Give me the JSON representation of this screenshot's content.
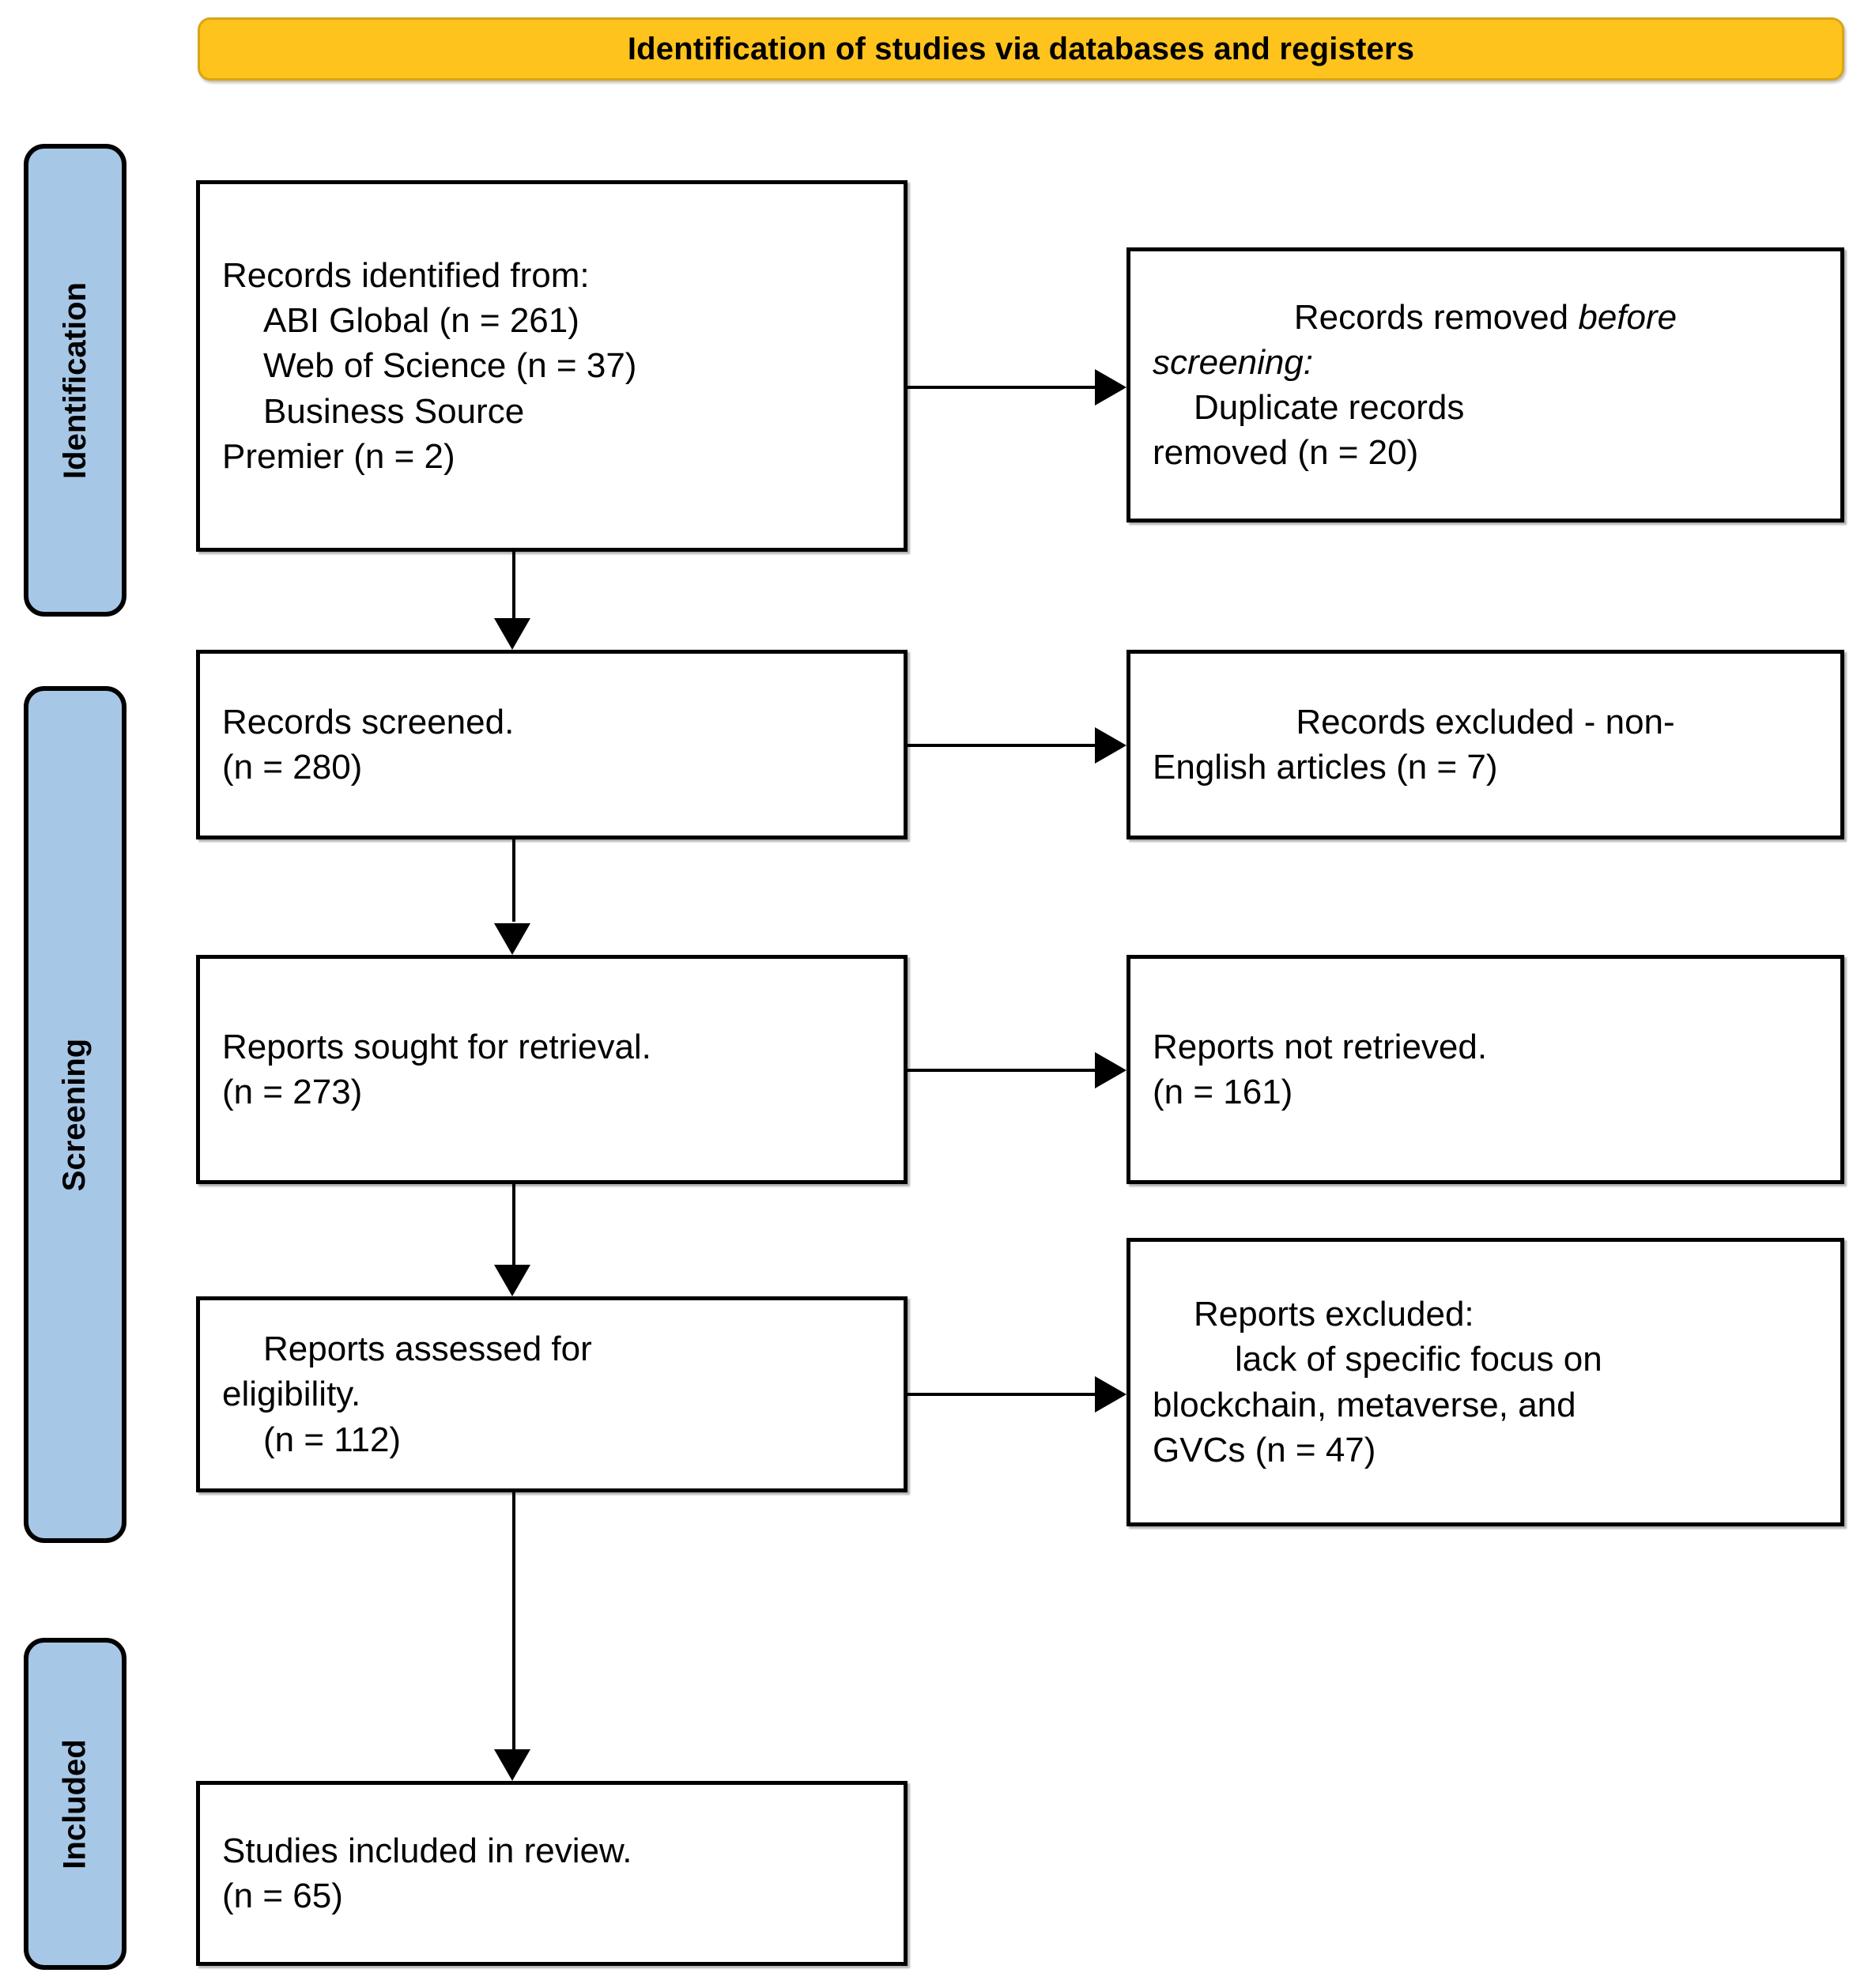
{
  "header": {
    "title": "Identification of studies via databases and registers",
    "background_color": "#FFC31E",
    "text_color": "#000000"
  },
  "stages": [
    {
      "id": "identification",
      "label": "Identification",
      "color": "#A7C7E7"
    },
    {
      "id": "screening",
      "label": "Screening",
      "color": "#A7C7E7"
    },
    {
      "id": "included",
      "label": "Included",
      "color": "#A7C7E7"
    }
  ],
  "boxes": {
    "identified": {
      "name": "records-identified-box",
      "lines": [
        "Records identified from:",
        "ABI Global (n = 261)",
        "Web of Science (n = 37)",
        "Business Source",
        "Premier (n = 2)"
      ]
    },
    "removed_before_screening": {
      "name": "records-removed-before-screening-box",
      "lines": [
        "Records removed before",
        "screening:",
        "Duplicate records",
        "removed (n = 20)"
      ],
      "italic_part": "before screening"
    },
    "screened": {
      "name": "records-screened-box",
      "lines": [
        "Records screened.",
        "(n = 280)"
      ]
    },
    "excluded_non_english": {
      "name": "records-excluded-box",
      "lines": [
        "Records excluded - non-",
        "English articles (n = 7)"
      ]
    },
    "sought": {
      "name": "reports-sought-box",
      "lines": [
        "Reports sought for retrieval.",
        "(n = 273)"
      ]
    },
    "not_retrieved": {
      "name": "reports-not-retrieved-box",
      "lines": [
        "Reports not retrieved.",
        "(n = 161)"
      ]
    },
    "assessed": {
      "name": "reports-assessed-box",
      "lines": [
        "Reports assessed for",
        "eligibility.",
        "(n = 112)"
      ]
    },
    "reports_excluded": {
      "name": "reports-excluded-box",
      "lines": [
        "Reports excluded:",
        "lack of specific focus on",
        "blockchain, metaverse, and",
        "GVCs (n = 47)"
      ]
    },
    "included_studies": {
      "name": "studies-included-box",
      "lines": [
        "Studies included in review.",
        "(n = 65)"
      ]
    }
  },
  "counts": {
    "abi_global": 261,
    "web_of_science": 37,
    "business_source_premier": 2,
    "duplicates_removed": 20,
    "records_screened": 280,
    "non_english_excluded": 7,
    "reports_sought": 273,
    "reports_not_retrieved": 161,
    "reports_assessed": 112,
    "reports_excluded": 47,
    "studies_included": 65
  }
}
